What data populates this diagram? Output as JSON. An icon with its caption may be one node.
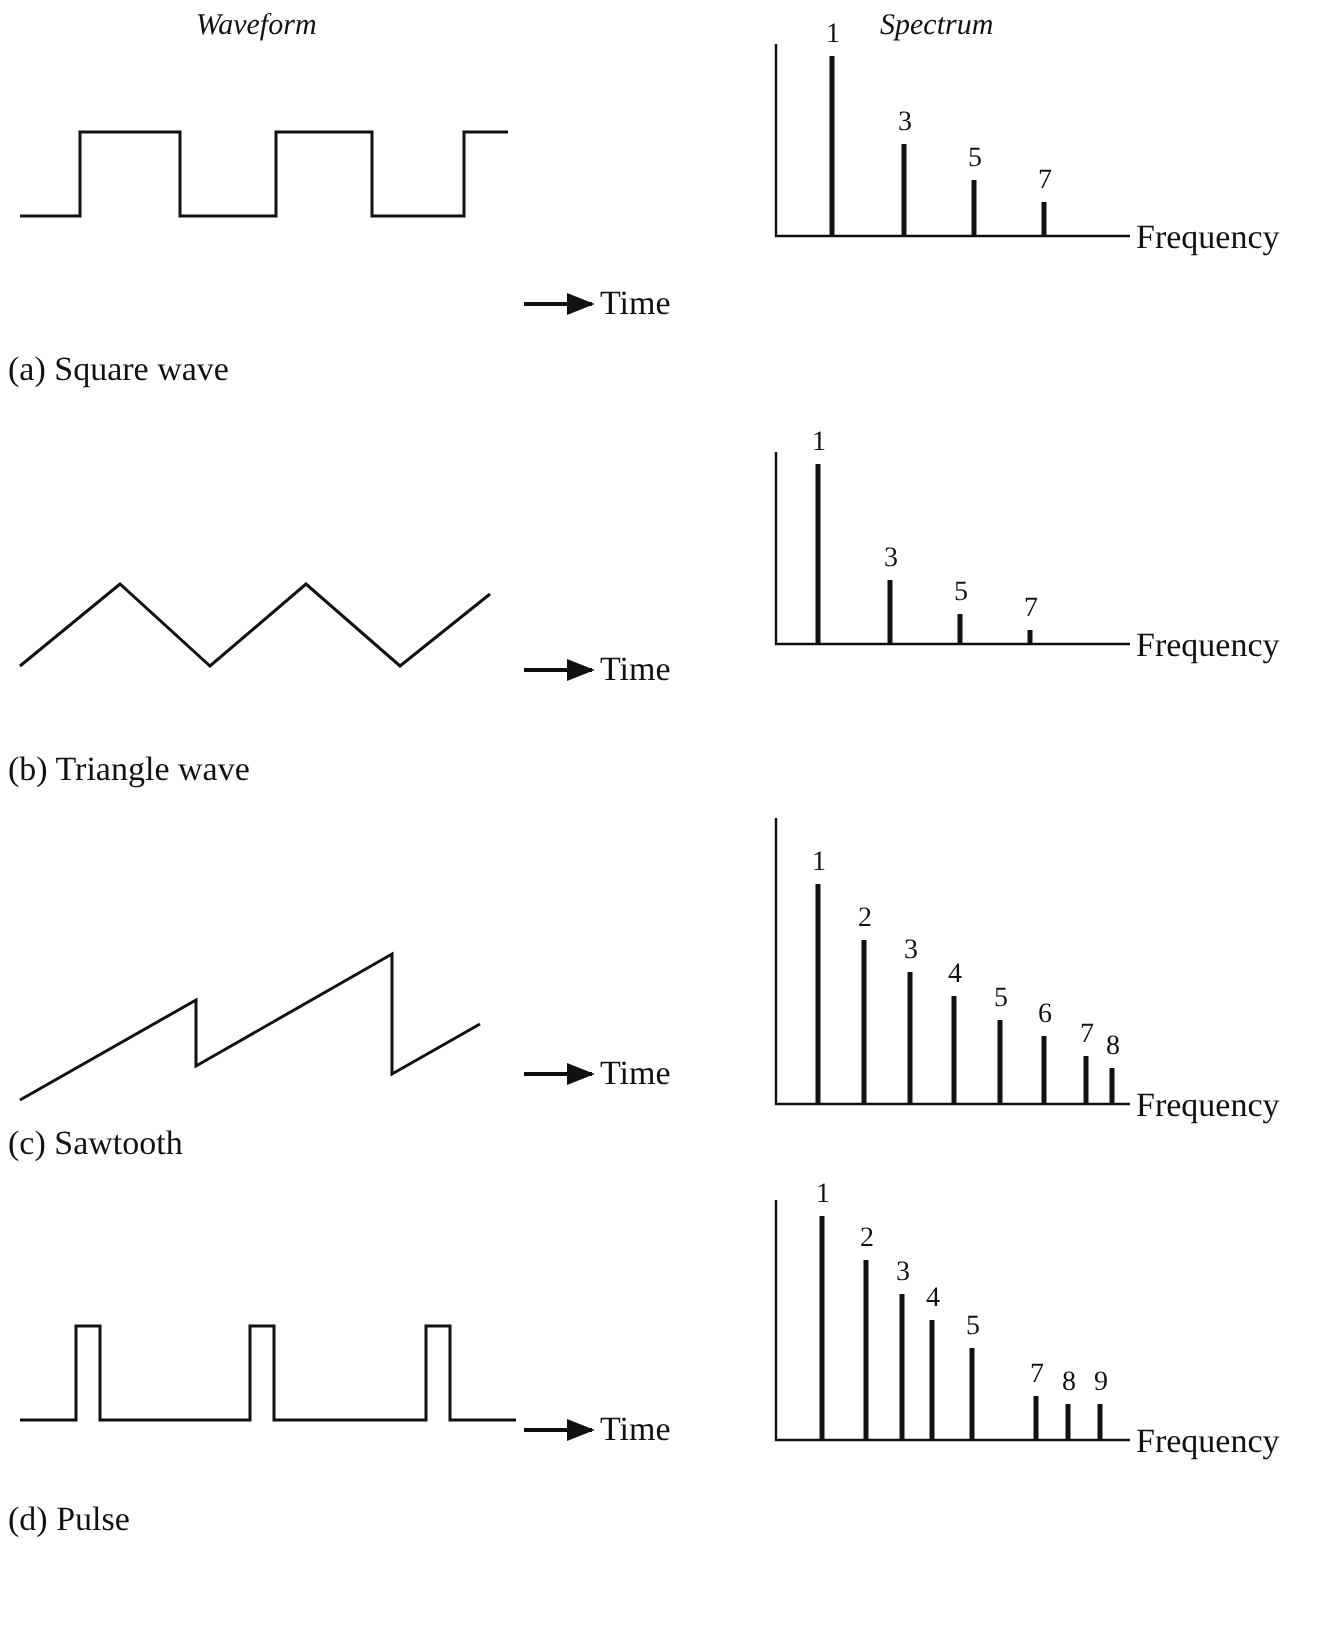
{
  "diagram": {
    "labels": [
      "Waveform",
      "Spectrum",
      "1",
      "3",
      "5",
      "7",
      "Time",
      "Frequency",
      "(a) Square wave",
      "1",
      "3",
      "5",
      "7",
      "Time",
      "Frequency",
      "(b) Triangle wave",
      "1",
      "2",
      "3",
      "4",
      "5",
      "6",
      "7",
      "8",
      "Time",
      "Frequency",
      "(c) Sawtooth",
      "1",
      "2",
      "3",
      "4",
      "5",
      "7",
      "8",
      "9",
      "Time",
      "Frequency",
      "(d) Pulse"
    ]
  }
}
